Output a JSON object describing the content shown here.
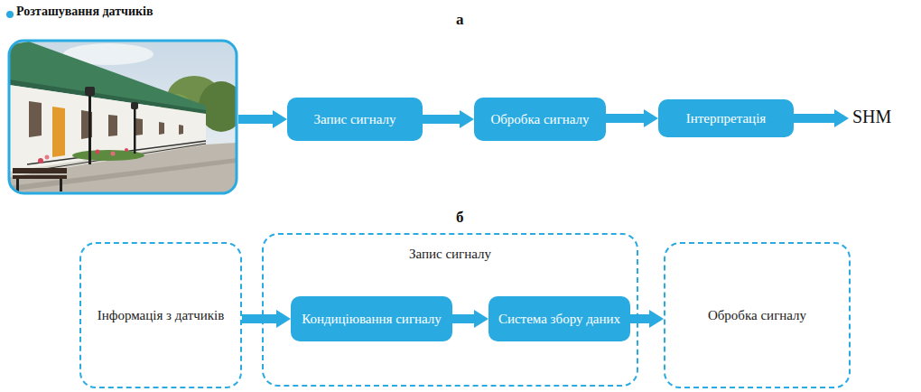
{
  "diagram": {
    "nodes": [
      {
        "text": [
          "Запис сигналу"
        ]
      },
      {
        "text": [
          "Обробка сигналу"
        ]
      },
      {
        "text": [
          "Інтерпретація"
        ]
      },
      {
        "text": [
          "Інформація з датчиків"
        ]
      },
      {
        "text": [
          "Запис сигналу"
        ]
      },
      {
        "text": [
          "Кондиціювання сигналу"
        ],
        "in": 4
      },
      {
        "text": [
          "Система збору даних"
        ],
        "in": 4
      },
      {
        "text": [
          "Обробка сигналу"
        ]
      }
    ],
    "edges": [
      {
        "from": 0,
        "to": 1,
        "arrow": "to"
      },
      {
        "from": 1,
        "to": 2,
        "arrow": "to"
      },
      {
        "from": 3,
        "to": 5,
        "arrow": "to"
      },
      {
        "from": 5,
        "to": 6,
        "arrow": "to"
      },
      {
        "from": 6,
        "to": 7,
        "arrow": "to"
      }
    ],
    "labels": [
      "а",
      "б",
      "SHM"
    ],
    "legend": [
      {
        "text": "Розташування датчиків",
        "color": "#29abe2"
      }
    ]
  }
}
